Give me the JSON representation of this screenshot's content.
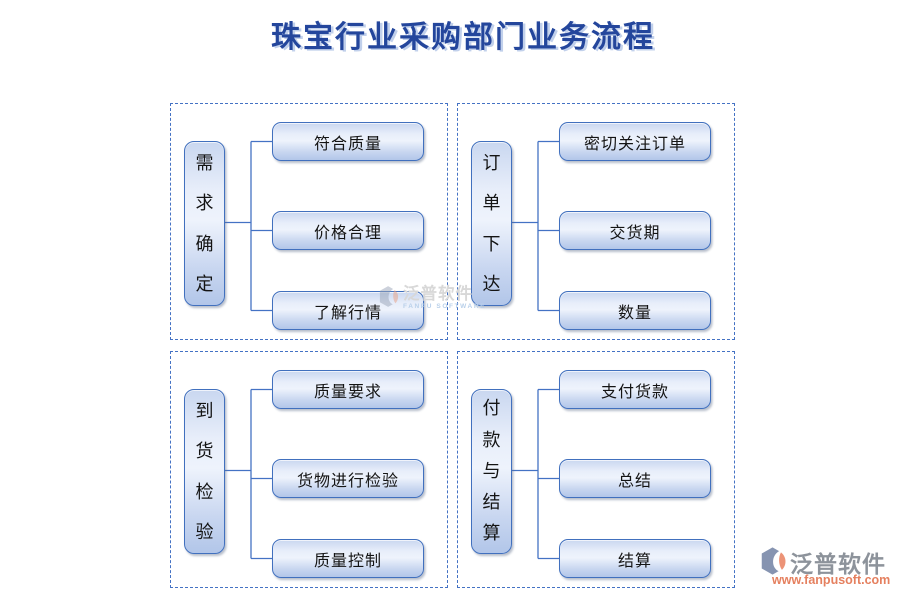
{
  "title": "珠宝行业采购部门业务流程",
  "panels": [
    {
      "stem": "需求确定",
      "items": [
        "符合质量",
        "价格合理",
        "了解行情"
      ]
    },
    {
      "stem": "订单下达",
      "items": [
        "密切关注订单",
        "交货期",
        "数量"
      ]
    },
    {
      "stem": "到货检验",
      "items": [
        "质量要求",
        "货物进行检验",
        "质量控制"
      ]
    },
    {
      "stem": "付款与结算",
      "items": [
        "支付货款",
        "总结",
        "结算"
      ]
    }
  ],
  "watermark_center": {
    "brand": "泛普软件",
    "subtitle": "FANPU SOFTWARE"
  },
  "watermark_corner": {
    "brand": "泛普软件",
    "url": "www.fanpusoft.com"
  },
  "colors": {
    "accent_blue": "#4472C4",
    "box_border": "#4170BE",
    "box_fill_top": "#c9d7f0",
    "box_fill_bottom": "#b2c6e9",
    "title_blue": "#24469C",
    "watermark_gray": "#8d939b",
    "watermark_orange": "#e5805f",
    "logo_gray": "#8694b1",
    "logo_salmon": "#ec9377"
  }
}
